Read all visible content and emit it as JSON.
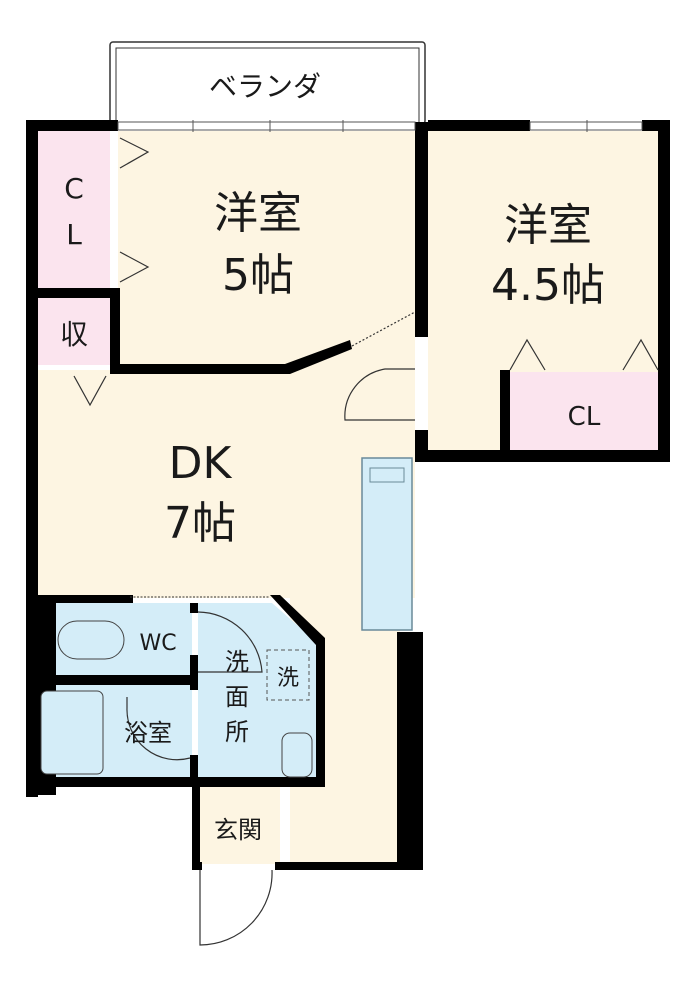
{
  "floorplan": {
    "balcony": "ベランダ",
    "room1": {
      "name": "洋室",
      "size": "5帖"
    },
    "room2": {
      "name": "洋室",
      "size": "4.5帖"
    },
    "dk": {
      "name": "DK",
      "size": "7帖"
    },
    "closet_left": {
      "line1": "C",
      "line2": "L"
    },
    "storage": "収",
    "closet_right": "CL",
    "wc": "WC",
    "bath": "浴室",
    "washroom": {
      "line1": "洗",
      "line2": "面",
      "line3": "所"
    },
    "washer": "洗",
    "entrance": "玄関"
  },
  "colors": {
    "floor": "#fdf5e2",
    "closet": "#fbe4ee",
    "wet": "#d4edf8",
    "wall": "#000000"
  }
}
